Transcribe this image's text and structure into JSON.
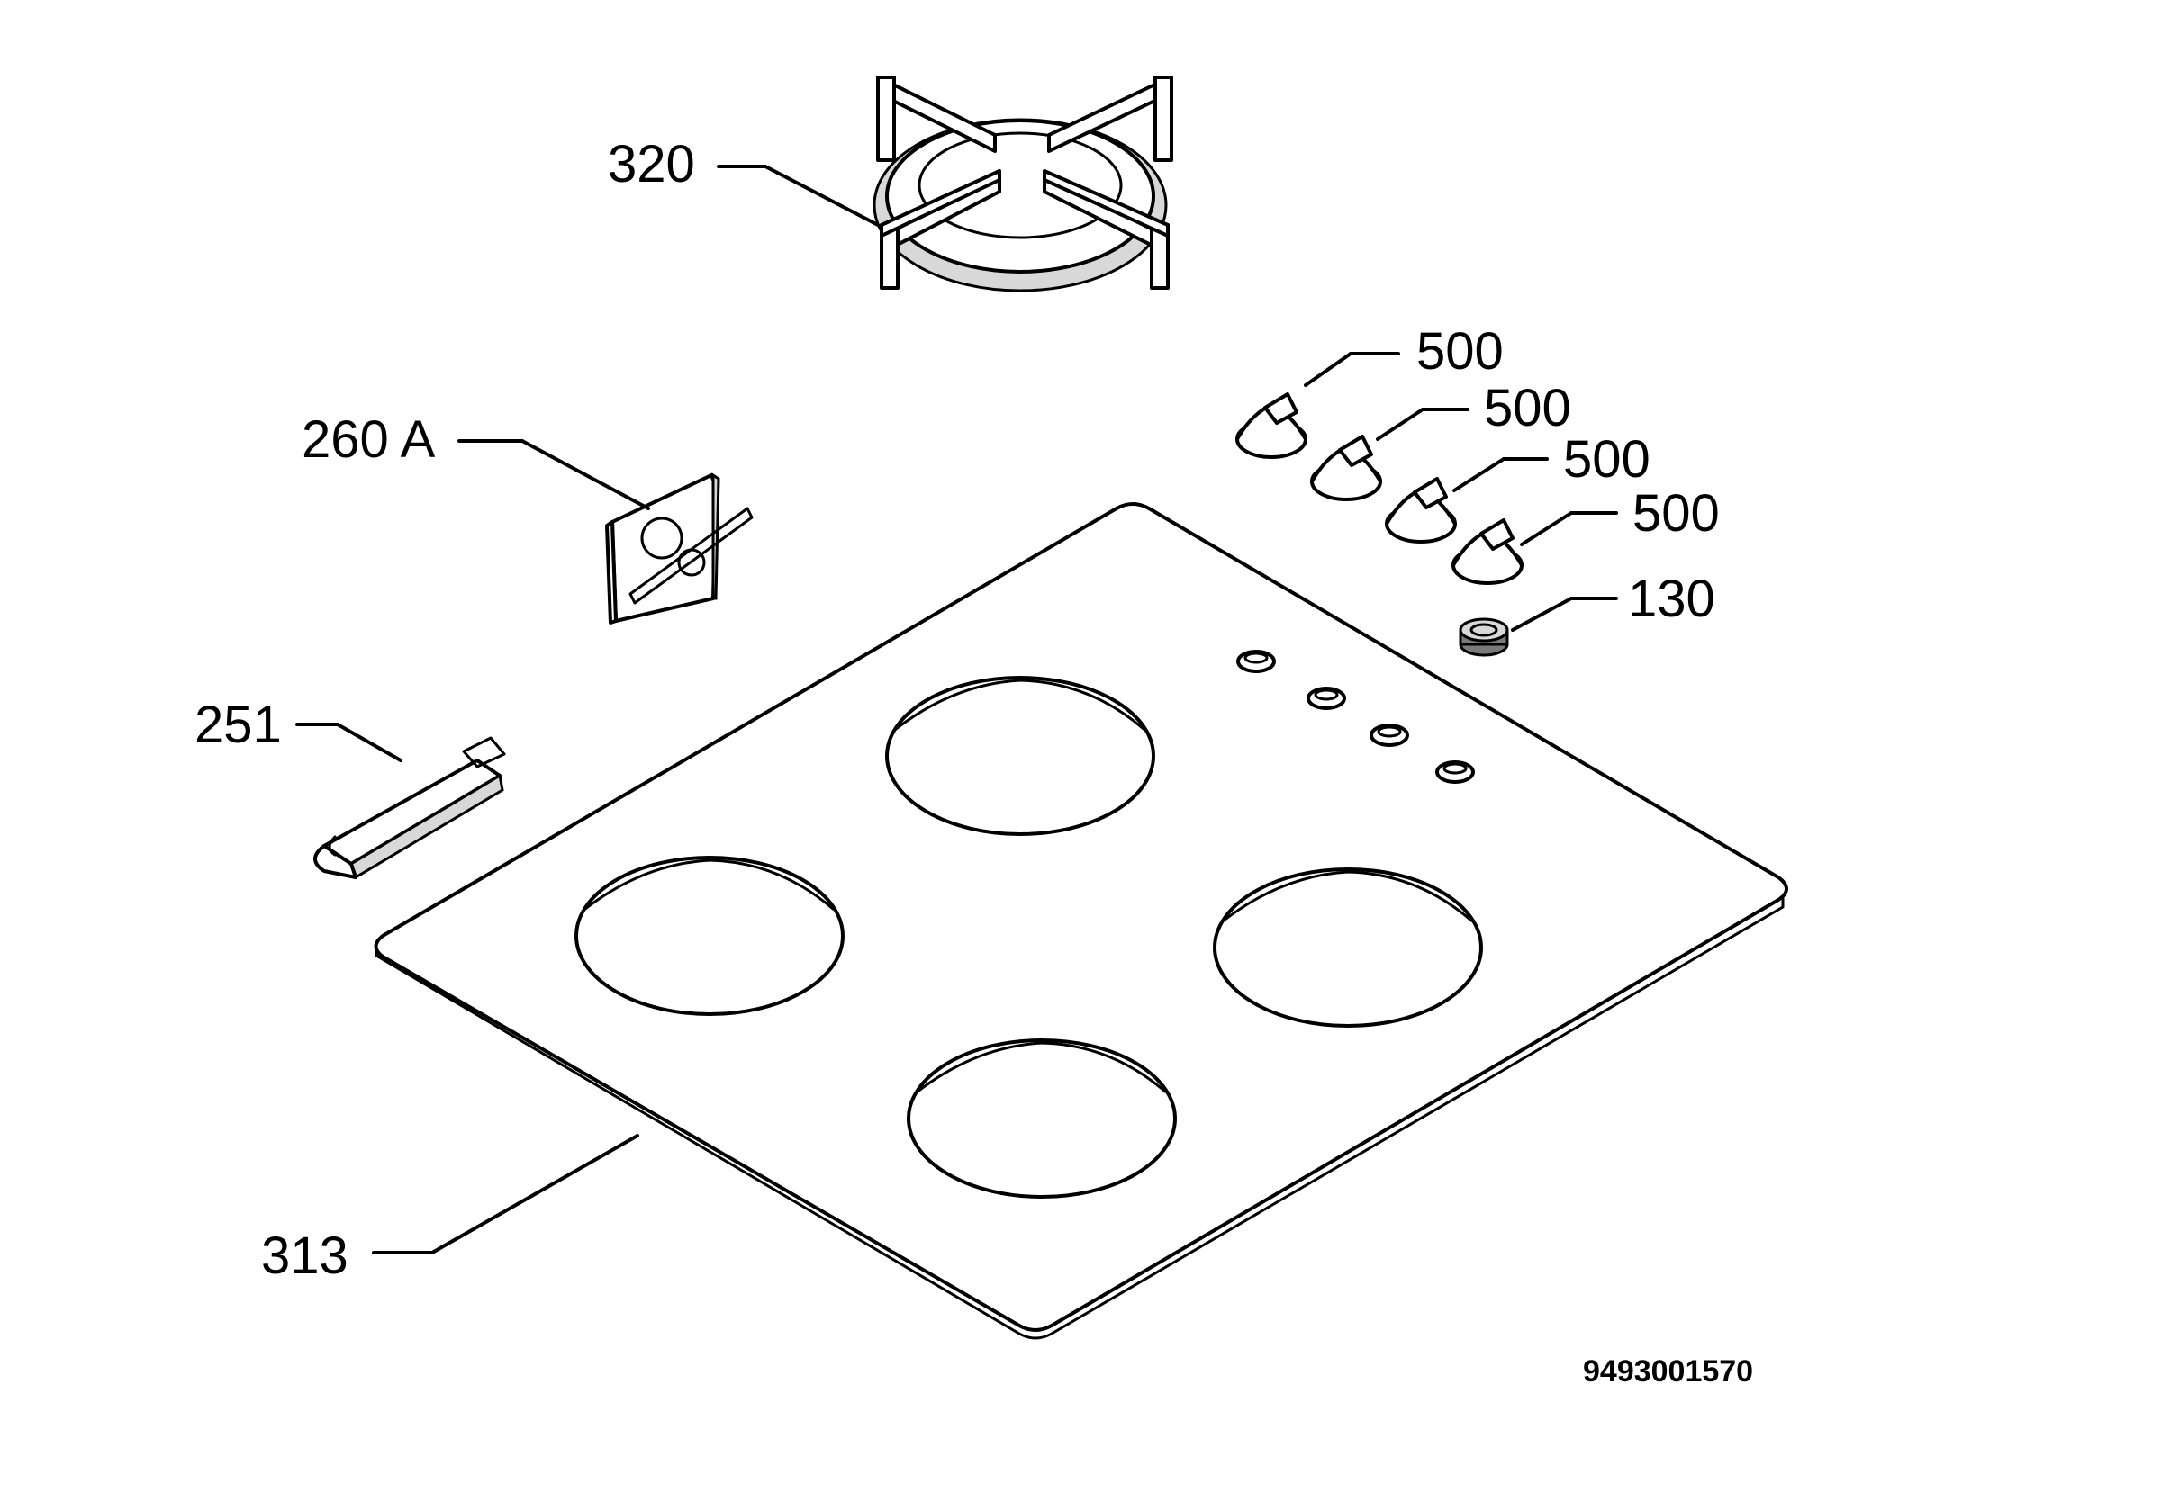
{
  "diagram": {
    "drawing_number": "9493001570",
    "callouts": {
      "pan_support": "320",
      "knob_1": "500",
      "knob_2": "500",
      "knob_3": "500",
      "knob_4": "500",
      "spark_plug": "130",
      "nameplate": "260 A",
      "clip": "251",
      "hob_top": "313"
    }
  }
}
